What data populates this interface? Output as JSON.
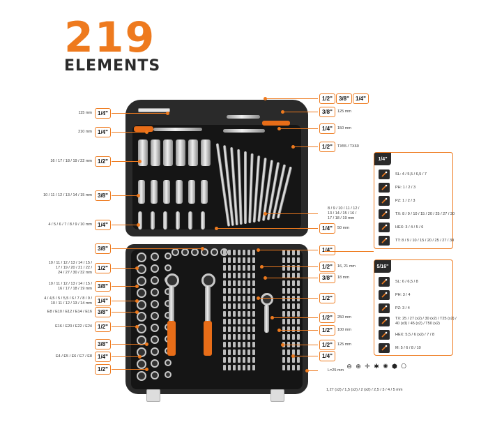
{
  "headline": {
    "number": "219",
    "word": "ELEMENTS"
  },
  "left_labels": [
    {
      "pill": "1/4\"",
      "caption": "115 mm"
    },
    {
      "pill": "1/4\"",
      "caption": "210 mm"
    },
    {
      "pill": "1/2\"",
      "caption": "16 / 17 / 18 / 19 / 22 mm"
    },
    {
      "pill": "3/8\"",
      "caption": "10 / 11 / 12 / 13 / 14 / 15 mm"
    },
    {
      "pill": "1/4\"",
      "caption": "4 / 5 / 6 / 7 / 8 / 9 / 10 mm"
    },
    {
      "pill": "3/8\"",
      "caption": ""
    },
    {
      "pill": "1/2\"",
      "caption": "10 / 11 / 12 / 13 / 14 / 15 /\n17 / 19 / 20 / 21 / 22 /\n24 / 27 / 30 / 32 mm"
    },
    {
      "pill": "3/8\"",
      "caption": "10 / 11 / 12 / 13 / 14 / 15 /\n16 / 17 / 18 / 19 mm"
    },
    {
      "pill": "1/4\"",
      "caption": "4 / 4,5 / 5 / 5,5 / 6 / 7 / 8 / 9 /\n10 / 11 / 12 / 13 / 14 mm"
    },
    {
      "pill": "3/8\"",
      "caption": "E8 / E10 / E12 / E14 / E16"
    },
    {
      "pill": "1/2\"",
      "caption": "E16 / E20 / E22 / E24"
    },
    {
      "pill": "3/8\"",
      "caption": ""
    },
    {
      "pill": "1/4\"",
      "caption": "E4 / E5 / E6 / E7 / E8"
    },
    {
      "pill": "1/2\"",
      "caption": ""
    }
  ],
  "right_labels": [
    {
      "pills": [
        "1/2\"",
        "3/8\"",
        "1/4\""
      ],
      "caption": ""
    },
    {
      "pills": [
        "3/8\""
      ],
      "caption": "125 mm"
    },
    {
      "pills": [
        "1/4\""
      ],
      "caption": "150 mm"
    },
    {
      "pills": [
        "1/2\""
      ],
      "caption": "TX55 / TX60"
    },
    {
      "pills": [],
      "caption": "8 / 9 / 10 / 11 / 12 /\n13 / 14 / 15 / 16 /\n17 / 18 / 19 mm"
    },
    {
      "pills": [
        "1/4\""
      ],
      "caption": "50 mm"
    },
    {
      "pills": [
        "1/4\""
      ],
      "caption": ""
    },
    {
      "pills": [
        "1/2\""
      ],
      "caption": "16, 21 mm"
    },
    {
      "pills": [
        "3/8\""
      ],
      "caption": "18 mm"
    },
    {
      "pills": [
        "1/2\""
      ],
      "caption": ""
    },
    {
      "pills": [
        "1/2\""
      ],
      "caption": "250 mm"
    },
    {
      "pills": [
        "1/2\""
      ],
      "caption": "100 mm"
    },
    {
      "pills": [
        "1/2\""
      ],
      "caption": "125 mm"
    },
    {
      "pills": [
        "1/4\""
      ],
      "caption": ""
    },
    {
      "pills": [],
      "caption": "L=25 mm"
    }
  ],
  "hex_caption": "1,27 (x2) / 1,5 (x2) / 2 (x2) / 2,5 / 3 / 4 / 5 mm",
  "panel_quarter": {
    "title": "1/4\"",
    "rows": [
      "SL: 4 / 5,5 / 6,5 / 7",
      "PH: 1 / 2 / 3",
      "PZ: 1 / 2 / 3",
      "TX: 8 / 9 / 10 / 15 / 20 / 25 / 27 / 30",
      "HEX: 3 / 4 / 5 / 6",
      "TT: 8 / 9 / 10 / 15 / 20 / 25 / 27 / 30"
    ]
  },
  "panel_5_16": {
    "title": "5/16\"",
    "rows": [
      "SL: 6 / 6,5 / 8",
      "PH: 3 / 4",
      "PZ: 3 / 4",
      "TX: 25 / 27 (x2) / 30 (x2) / T25 (x2) /\n40 (x3) / 45 (x2) / T50 (x2)",
      "HEX: 5,5 / 6 (x2) / 7 / 8",
      "M: 5 / 6 / 8 / 10"
    ]
  },
  "accent_color": "#ee7a1e"
}
